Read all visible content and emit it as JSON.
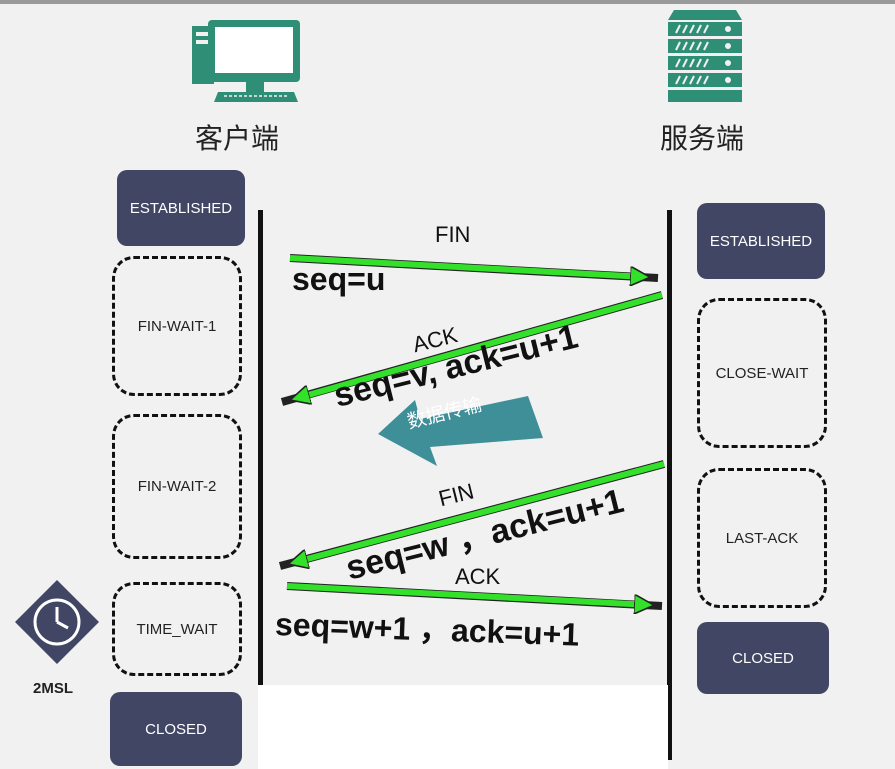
{
  "client": {
    "label": "客户端",
    "states": [
      "ESTABLISHED",
      "FIN-WAIT-1",
      "FIN-WAIT-2",
      "TIME_WAIT",
      "CLOSED"
    ],
    "timer": "2MSL"
  },
  "server": {
    "label": "服务端",
    "states": [
      "ESTABLISHED",
      "CLOSE-WAIT",
      "LAST-ACK",
      "CLOSED"
    ]
  },
  "messages": [
    {
      "flag": "FIN",
      "detail": "seq=u"
    },
    {
      "flag": "ACK",
      "detail": "seq=v, ack=u+1"
    },
    {
      "flag": "FIN",
      "detail": "seq=w ，ack=u+1"
    },
    {
      "flag": "ACK",
      "detail": "seq=w+1 ，ack=u+1"
    }
  ],
  "data_transfer_label": "数据传输",
  "colors": {
    "state_fill": "#404663",
    "arrow_green": "#33e12b",
    "data_arrow": "#3f8f99",
    "lifeline": "#111111",
    "icon_green": "#2e8f76"
  }
}
